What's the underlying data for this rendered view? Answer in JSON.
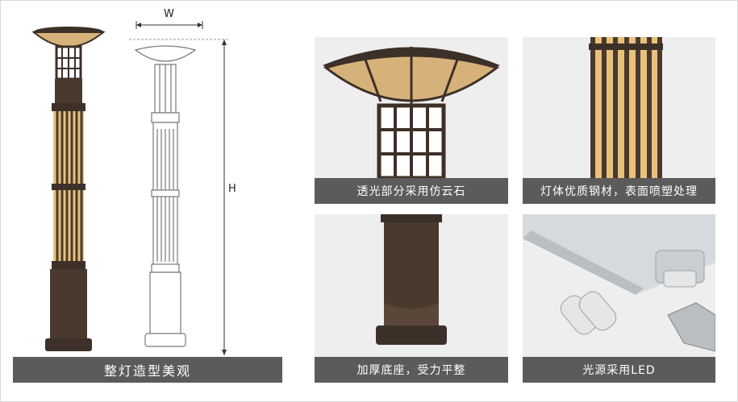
{
  "main": {
    "caption": "整灯造型美观",
    "width_label": "W",
    "height_label": "H"
  },
  "details": [
    {
      "caption": "透光部分采用仿云石"
    },
    {
      "caption": "灯体优质钢材，表面喷塑处理"
    },
    {
      "caption": "加厚底座，受力平整"
    },
    {
      "caption": "光源采用LED"
    }
  ],
  "colors": {
    "caption_bg": "#5b5b5b",
    "lamp_body": "#4a3a2e",
    "lamp_glow": "#e8c27a"
  }
}
